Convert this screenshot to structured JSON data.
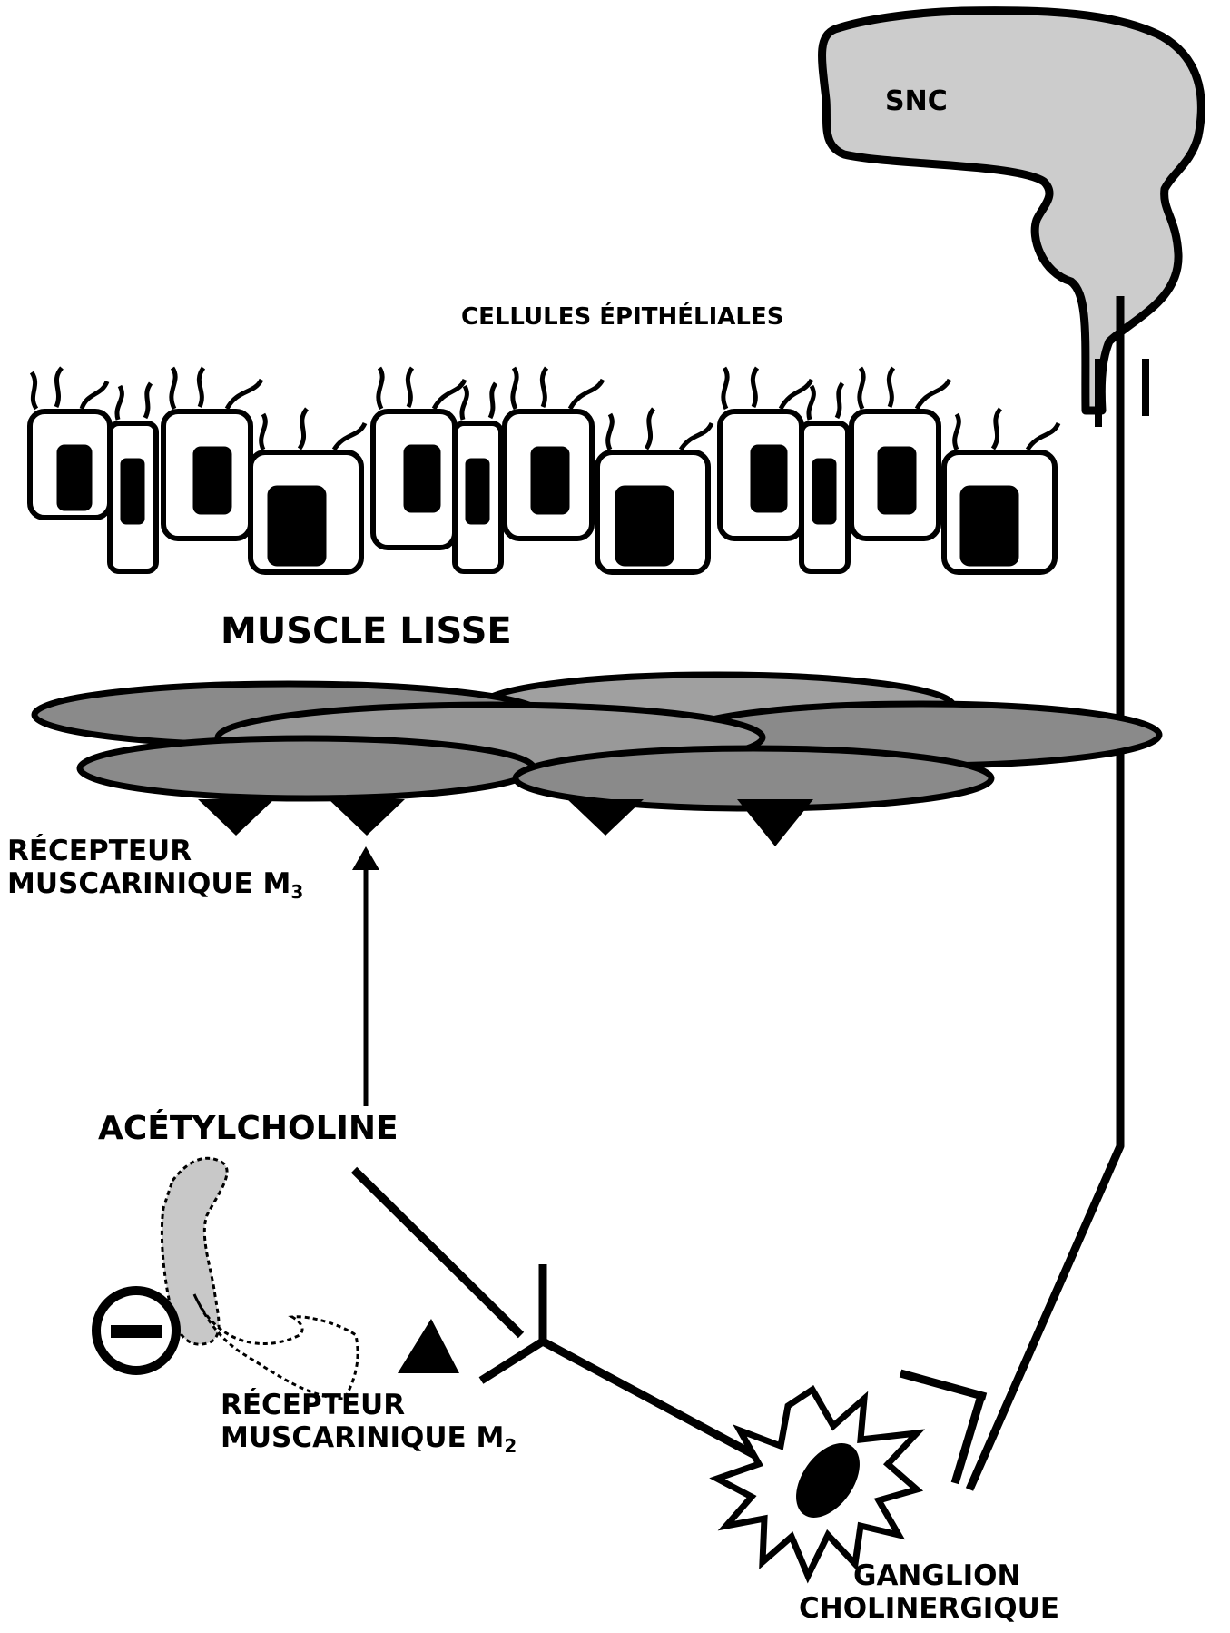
{
  "labels": {
    "snc": "SNC",
    "epithelial_cells": "CELLULES ÉPITHÉLIALES",
    "smooth_muscle": "MUSCLE LISSE",
    "m3_receptor_line1": "RÉCEPTEUR",
    "m3_receptor_line2": "MUSCARINIQUE M",
    "m3_subscript": "3",
    "acetylcholine": "ACÉTYLCHOLINE",
    "m2_receptor_line1": "RÉCEPTEUR",
    "m2_receptor_line2": "MUSCARINIQUE M",
    "m2_subscript": "2",
    "ganglion_line1": "GANGLION",
    "ganglion_line2": "CHOLINERGIQUE"
  },
  "symbols": {
    "inhibition": "minus-sign-icon"
  },
  "colors": {
    "stroke": "#000000",
    "cns_fill": "#cccccc",
    "muscle_fill": "#8a8a8a",
    "muscle_top_fill": "#a0a0a0",
    "background": "#ffffff"
  }
}
